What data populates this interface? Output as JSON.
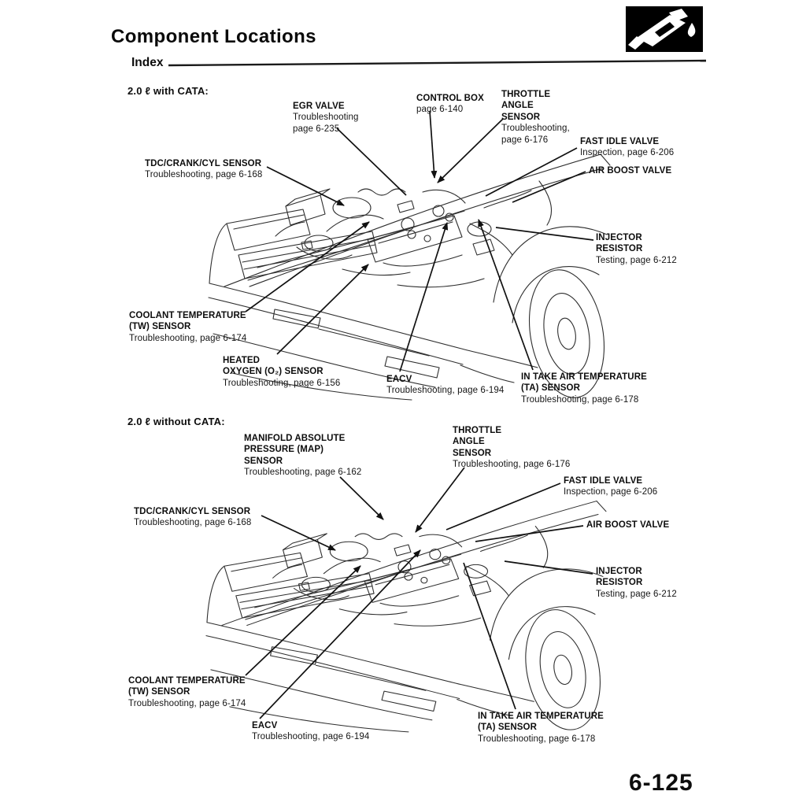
{
  "header": {
    "title": "Component Locations",
    "index_label": "Index",
    "icon": "fuel-pump-icon"
  },
  "footer": {
    "page_number": "6-125"
  },
  "s1": {
    "heading": "2.0 ℓ with CATA:",
    "egr": {
      "n1": "EGR VALVE",
      "t1": "Troubleshooting",
      "t2": "page 6-235"
    },
    "control_box": {
      "n1": "CONTROL BOX",
      "t1": "page 6-140"
    },
    "throttle": {
      "n1": "THROTTLE",
      "n2": "ANGLE",
      "n3": "SENSOR",
      "t1": "Troubleshooting,",
      "t2": "page 6-176"
    },
    "fast_idle": {
      "n1": "FAST IDLE VALVE",
      "t1": "Inspection, page 6-206"
    },
    "air_boost": {
      "n1": "AIR BOOST VALVE"
    },
    "injector": {
      "n1": "INJECTOR",
      "n2": "RESISTOR",
      "t1": "Testing, page 6-212"
    },
    "tdc": {
      "n1": "TDC/CRANK/CYL SENSOR",
      "t1": "Troubleshooting, page 6-168"
    },
    "coolant": {
      "n1": "COOLANT TEMPERATURE",
      "n2": "(TW) SENSOR",
      "t1": "Troubleshooting, page 6-174"
    },
    "oxygen": {
      "n1": "HEATED",
      "n2": "OXYGEN (O₂) SENSOR",
      "t1": "Troubleshooting, page 6-156"
    },
    "eacv": {
      "n1": "EACV",
      "t1": "Troubleshooting, page 6-194"
    },
    "intake": {
      "n1": "IN TAKE AIR TEMPERATURE",
      "n2": "(TA) SENSOR",
      "t1": "Troubleshooting, page 6-178"
    }
  },
  "s2": {
    "heading": "2.0 ℓ without CATA:",
    "map": {
      "n1": "MANIFOLD ABSOLUTE",
      "n2": "PRESSURE (MAP)",
      "n3": "SENSOR",
      "t1": "Troubleshooting, page 6-162"
    },
    "throttle": {
      "n1": "THROTTLE",
      "n2": "ANGLE",
      "n3": "SENSOR",
      "t1": "Troubleshooting, page 6-176"
    },
    "fast_idle": {
      "n1": "FAST IDLE VALVE",
      "t1": "Inspection, page 6-206"
    },
    "air_boost": {
      "n1": "AIR BOOST VALVE"
    },
    "injector": {
      "n1": "INJECTOR",
      "n2": "RESISTOR",
      "t1": "Testing, page 6-212"
    },
    "tdc": {
      "n1": "TDC/CRANK/CYL SENSOR",
      "t1": "Troubleshooting, page 6-168"
    },
    "coolant": {
      "n1": "COOLANT TEMPERATURE",
      "n2": "(TW) SENSOR",
      "t1": "Troubleshooting, page 6-174"
    },
    "eacv": {
      "n1": "EACV",
      "t1": "Troubleshooting, page 6-194"
    },
    "intake": {
      "n1": "IN TAKE AIR TEMPERATURE",
      "n2": "(TA) SENSOR",
      "t1": "Troubleshooting, page 6-178"
    }
  },
  "colors": {
    "ink": "#111111",
    "line_art": "#2e2e2e",
    "icon_bg": "#000000"
  }
}
